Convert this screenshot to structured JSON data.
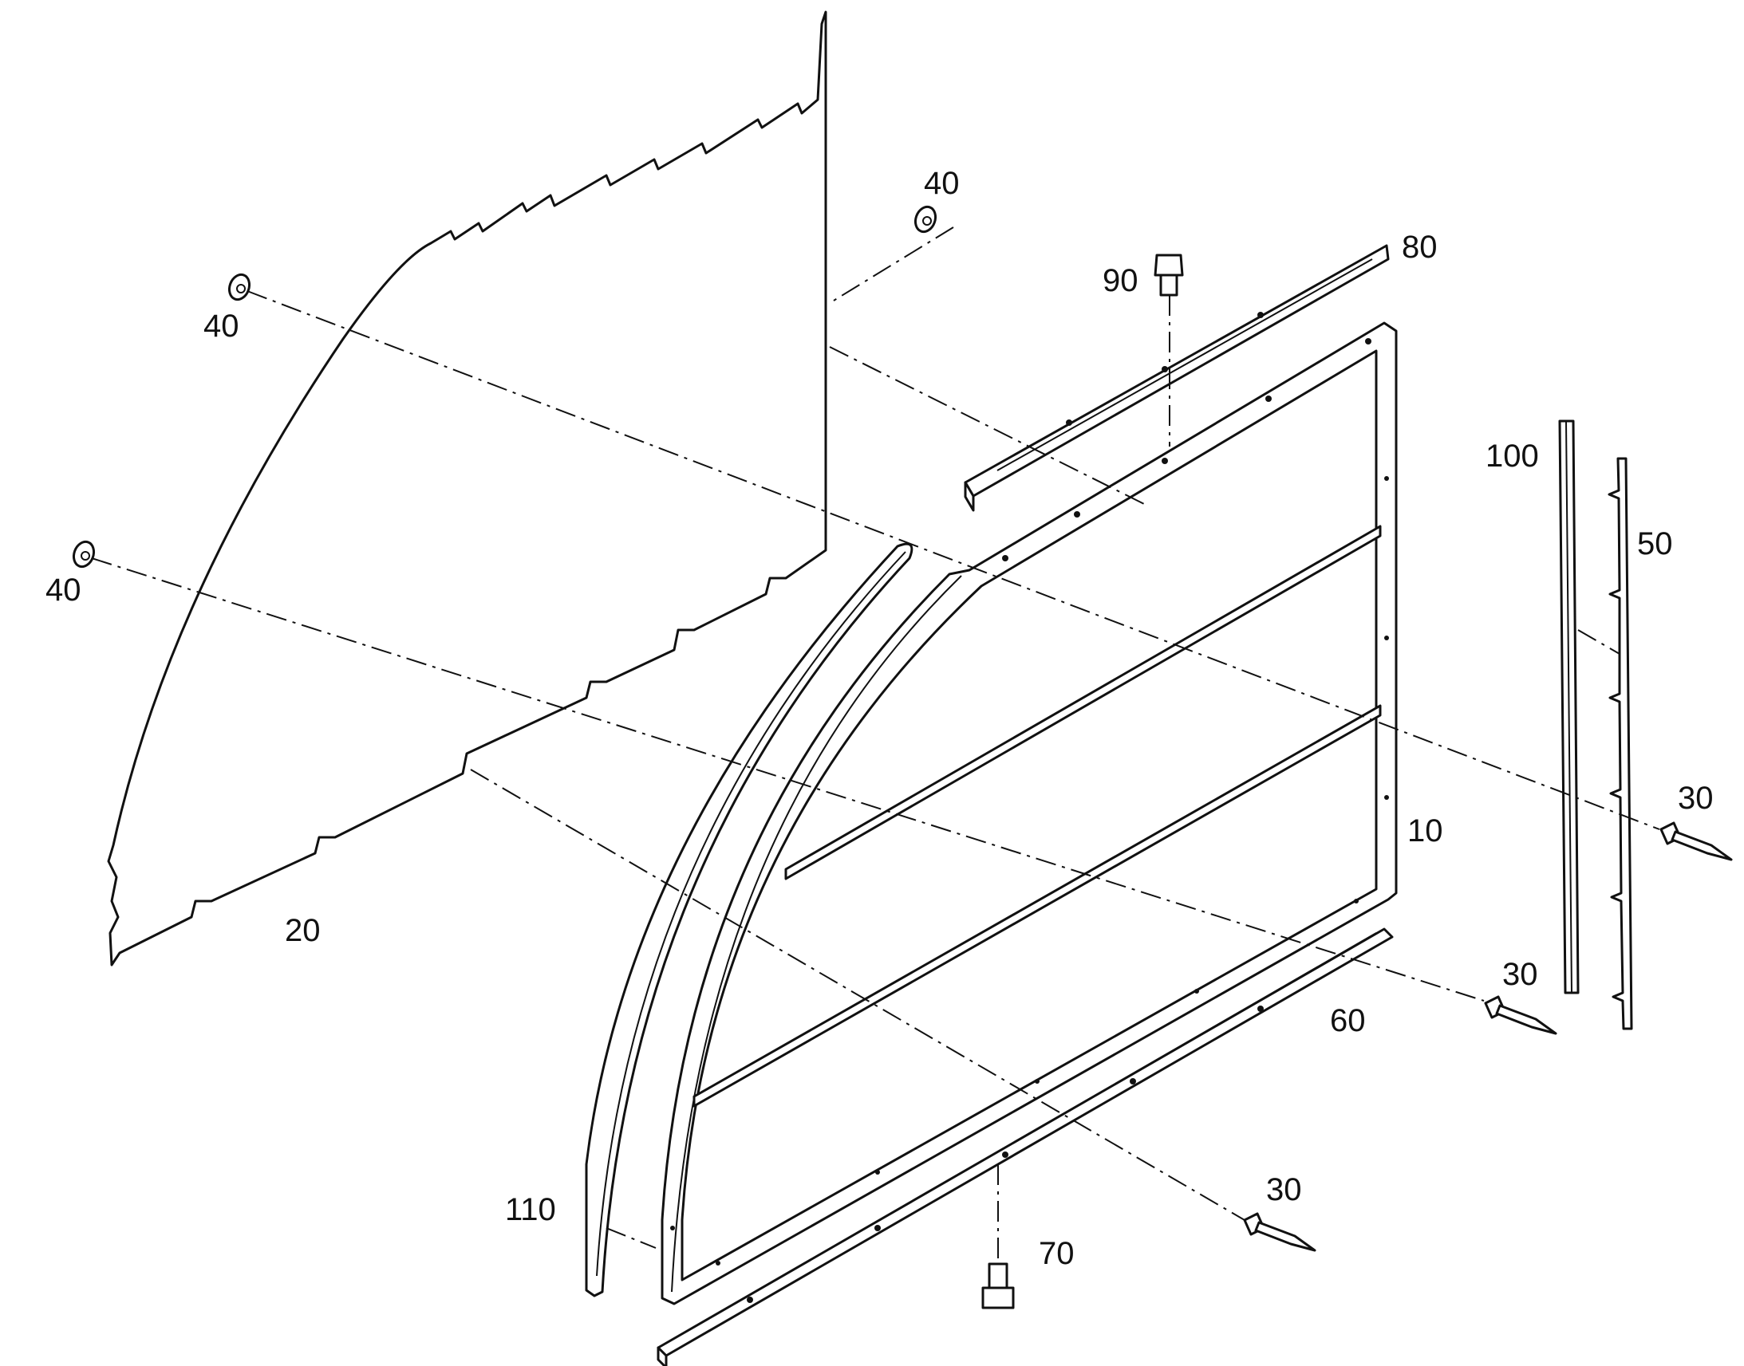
{
  "callouts": {
    "c40_top": "40",
    "c40_left_upper": "40",
    "c40_left_lower": "40",
    "c80": "80",
    "c90": "90",
    "c100": "100",
    "c50": "50",
    "c30_right": "30",
    "c10": "10",
    "c20": "20",
    "c30_mid": "30",
    "c60": "60",
    "c30_bottom": "30",
    "c110": "110",
    "c70": "70"
  },
  "colors": {
    "line": "#111111",
    "panel_fill": "#9a9a9a",
    "background": "#ffffff"
  }
}
